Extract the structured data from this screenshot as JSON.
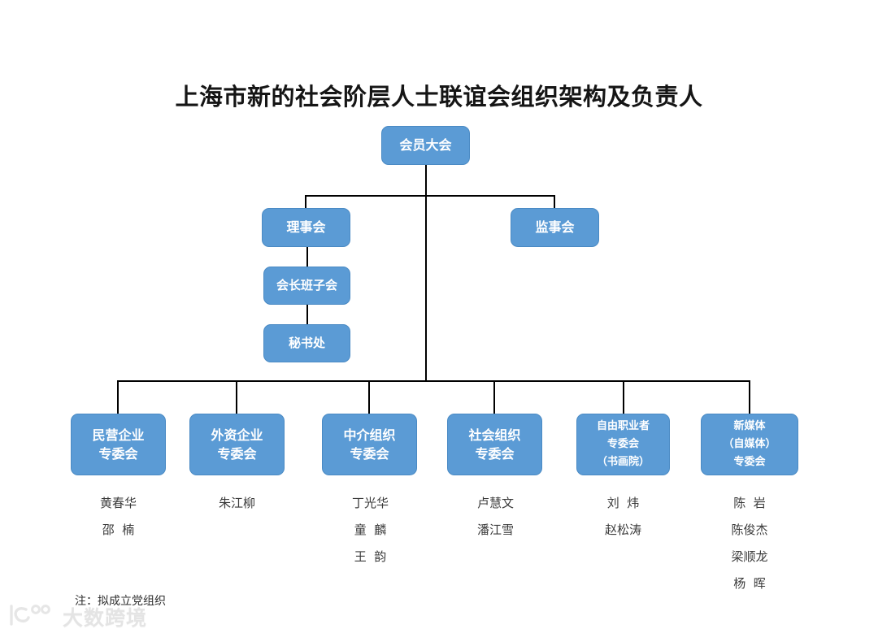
{
  "chart": {
    "title": "上海市新的社会阶层人士联谊会组织架构及负责人",
    "footnote": "注：拟成立党组织",
    "colors": {
      "node_fill": "#5b9bd5",
      "node_border": "#4a8ac4",
      "node_text": "#ffffff",
      "connector": "#000000",
      "title_text": "#151515",
      "name_text": "#3a3a3a",
      "watermark": "#e2e2e2",
      "background": "#ffffff"
    },
    "nodes": {
      "assembly": {
        "line1": "会员大会"
      },
      "council": {
        "line1": "理事会"
      },
      "supervisors": {
        "line1": "监事会"
      },
      "president_team": {
        "line1": "会长班子会"
      },
      "secretariat": {
        "line1": "秘书处"
      },
      "committees": [
        {
          "id": "private-enterprise",
          "lines": [
            "民营企业",
            "专委会"
          ],
          "leaders": [
            "黄春华",
            "邵  楠"
          ]
        },
        {
          "id": "foreign-enterprise",
          "lines": [
            "外资企业",
            "专委会"
          ],
          "leaders": [
            "朱江柳"
          ]
        },
        {
          "id": "intermediary-organization",
          "lines": [
            "中介组织",
            "专委会"
          ],
          "leaders": [
            "丁光华",
            "童  麟",
            "王  韵"
          ]
        },
        {
          "id": "social-organization",
          "lines": [
            "社会组织",
            "专委会"
          ],
          "leaders": [
            "卢慧文",
            "潘江雪"
          ]
        },
        {
          "id": "freelancer",
          "lines": [
            "自由职业者",
            "专委会",
            "（书画院）"
          ],
          "leaders": [
            "刘  炜",
            "赵松涛"
          ]
        },
        {
          "id": "new-media",
          "lines": [
            "新媒体",
            "（自媒体）",
            "专委会"
          ],
          "leaders": [
            "陈  岩",
            "陈俊杰",
            "梁顺龙",
            "杨  晖"
          ]
        }
      ]
    }
  },
  "watermark": {
    "logo_icon": "dashu-logo-icon",
    "text": "大数跨境"
  }
}
